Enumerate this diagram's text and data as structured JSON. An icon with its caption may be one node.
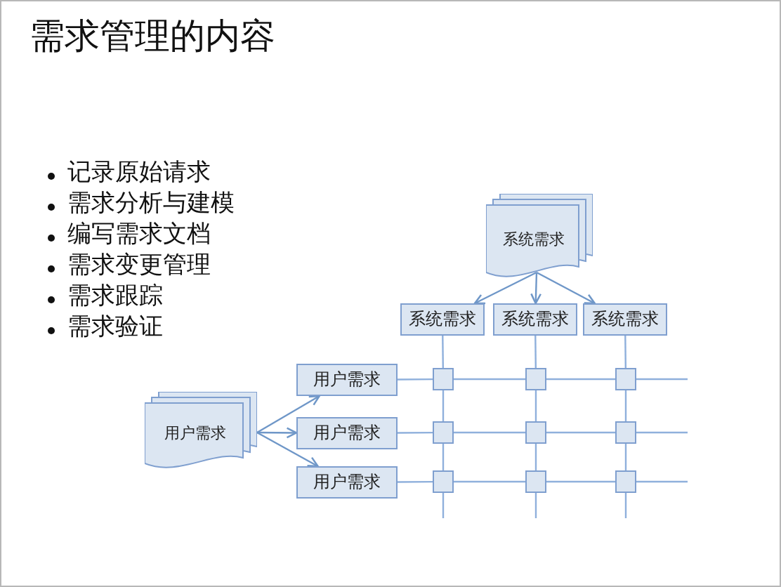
{
  "diagram": {
    "title": "需求管理的内容",
    "nodes": [
      {
        "text": [
          "系统需求"
        ]
      },
      {
        "text": [
          "系统需求"
        ]
      },
      {
        "text": [
          "系统需求"
        ]
      },
      {
        "text": [
          "系统需求"
        ]
      },
      {
        "text": [
          "用户需求"
        ]
      },
      {
        "text": [
          "用户需求"
        ]
      },
      {
        "text": [
          "用户需求"
        ]
      },
      {
        "text": [
          "用户需求"
        ]
      },
      {
        "text": [],
        "shape": "box"
      },
      {
        "text": [],
        "shape": "box"
      },
      {
        "text": [],
        "shape": "box"
      },
      {
        "text": [],
        "shape": "box"
      },
      {
        "text": [],
        "shape": "box"
      },
      {
        "text": [],
        "shape": "box"
      },
      {
        "text": [],
        "shape": "box"
      },
      {
        "text": [],
        "shape": "box"
      },
      {
        "text": [],
        "shape": "box"
      }
    ],
    "edges": [
      {
        "from": 0,
        "to": 1,
        "arrow": "to"
      },
      {
        "from": 0,
        "to": 2,
        "arrow": "to"
      },
      {
        "from": 0,
        "to": 3,
        "arrow": "to"
      },
      {
        "from": 4,
        "to": 5,
        "arrow": "to"
      },
      {
        "from": 4,
        "to": 6,
        "arrow": "to"
      },
      {
        "from": 4,
        "to": 7,
        "arrow": "to"
      },
      {
        "from": 1,
        "to": 8,
        "arrow": "none"
      },
      {
        "from": 8,
        "to": 11,
        "arrow": "none"
      },
      {
        "from": 11,
        "to": 14,
        "arrow": "none"
      },
      {
        "from": 14,
        "to": null,
        "arrow": "none"
      },
      {
        "from": 2,
        "to": 9,
        "arrow": "none"
      },
      {
        "from": 9,
        "to": 12,
        "arrow": "none"
      },
      {
        "from": 12,
        "to": 15,
        "arrow": "none"
      },
      {
        "from": 15,
        "to": null,
        "arrow": "none"
      },
      {
        "from": 3,
        "to": 10,
        "arrow": "none"
      },
      {
        "from": 10,
        "to": 13,
        "arrow": "none"
      },
      {
        "from": 13,
        "to": 16,
        "arrow": "none"
      },
      {
        "from": 16,
        "to": null,
        "arrow": "none"
      },
      {
        "from": 5,
        "to": 8,
        "arrow": "none"
      },
      {
        "from": 8,
        "to": 9,
        "arrow": "none"
      },
      {
        "from": 9,
        "to": 10,
        "arrow": "none"
      },
      {
        "from": 10,
        "to": null,
        "arrow": "none"
      },
      {
        "from": 6,
        "to": 11,
        "arrow": "none"
      },
      {
        "from": 11,
        "to": 12,
        "arrow": "none"
      },
      {
        "from": 12,
        "to": 13,
        "arrow": "none"
      },
      {
        "from": 13,
        "to": null,
        "arrow": "none"
      },
      {
        "from": 7,
        "to": 14,
        "arrow": "none"
      },
      {
        "from": 14,
        "to": 15,
        "arrow": "none"
      },
      {
        "from": 15,
        "to": 16,
        "arrow": "none"
      },
      {
        "from": 16,
        "to": null,
        "arrow": "none"
      }
    ],
    "labels": [
      "记录原始请求",
      "需求分析与建模",
      "编写需求文档",
      "需求变更管理",
      "需求跟踪",
      "需求验证"
    ]
  }
}
